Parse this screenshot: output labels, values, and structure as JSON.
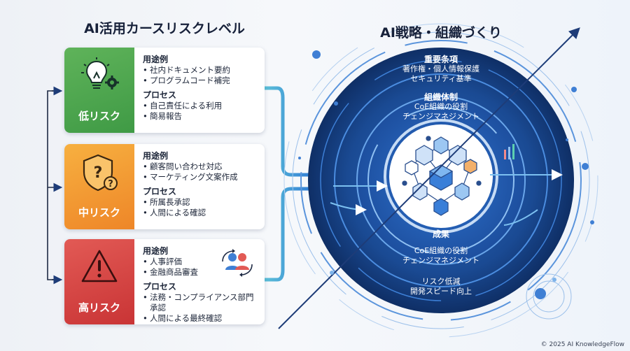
{
  "left": {
    "title": "AI活用カースリスクレベル",
    "cards": [
      {
        "level": "低リスク",
        "usage_heading": "用途例",
        "usage_items": [
          "社内ドキュメント要約",
          "プログラムコード補完"
        ],
        "process_heading": "プロセス",
        "process_items": [
          "自己責任による利用",
          "簡易報告"
        ],
        "icon": "lightbulb-gear-icon",
        "color": "#4ea650"
      },
      {
        "level": "中リスク",
        "usage_heading": "用途例",
        "usage_items": [
          "顧客問い合わせ対応",
          "マーケティング文案作成"
        ],
        "process_heading": "プロセス",
        "process_items": [
          "所属長承認",
          "人間による確認"
        ],
        "icon": "shield-question-icon",
        "color": "#f29a30"
      },
      {
        "level": "高リスク",
        "usage_heading": "用途例",
        "usage_items": [
          "人事評価",
          "金融商品審査"
        ],
        "process_heading": "プロセス",
        "process_items": [
          "法務・コンプライアンス部門承認",
          "人間による最終確認"
        ],
        "icon": "warning-triangle-icon",
        "extra_icon": "people-cycle-icon",
        "color": "#d64242"
      }
    ]
  },
  "right": {
    "title": "AI戦略・組織づくり",
    "rings": [
      {
        "heading": "重要条項",
        "lines": [
          "著作権・個人情報保護",
          "セキュリティ基準"
        ]
      },
      {
        "heading": "組織体制",
        "lines": [
          "CoE組織の役割",
          "チェンジマネジメント"
        ]
      },
      {
        "heading": "成果",
        "lines": [
          "CoE組織の役割",
          "チェンジマネジメント"
        ]
      },
      {
        "heading": "",
        "lines": [
          "リスク低減",
          "開発スピード向上"
        ]
      }
    ],
    "center_icon": "hexagon-network-icon"
  },
  "footer": {
    "copyright": "© 2025 AI KnowledgeFlow"
  },
  "colors": {
    "navy": "#143a78",
    "blue": "#2a66c4",
    "light_blue": "#5aa7e8",
    "text": "#17213a"
  }
}
